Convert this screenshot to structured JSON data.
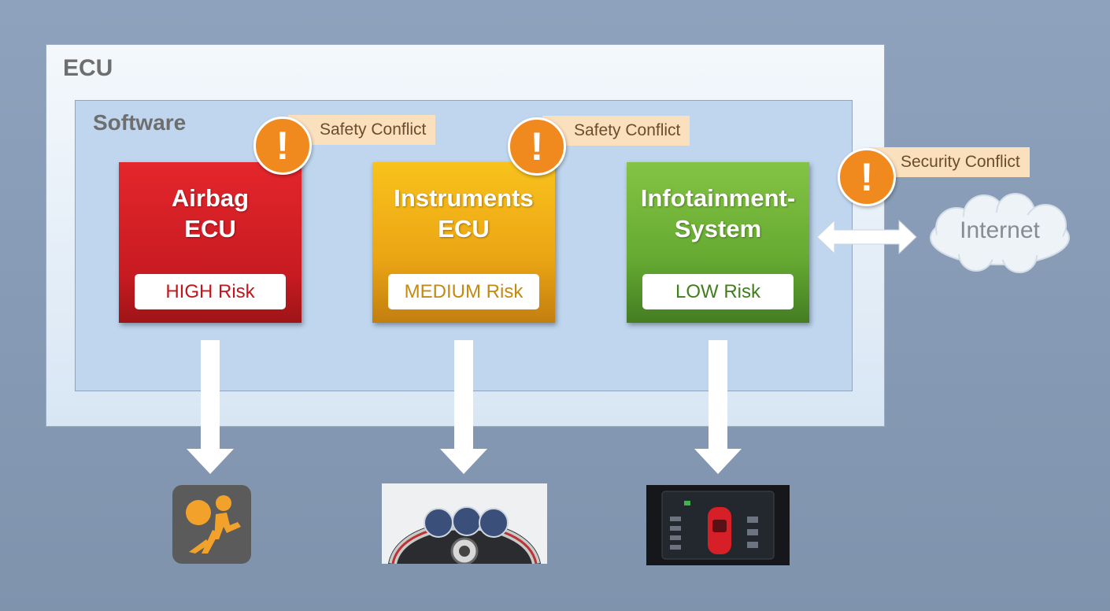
{
  "diagram": {
    "ecu_label": "ECU",
    "software_label": "Software",
    "modules": [
      {
        "name_line1": "Airbag",
        "name_line2": "ECU",
        "risk": "HIGH Risk",
        "color": "#d8222a"
      },
      {
        "name_line1": "Instruments",
        "name_line2": "ECU",
        "risk": "MEDIUM Risk",
        "color": "#f4b41a"
      },
      {
        "name_line1": "Infotainment-",
        "name_line2": "System",
        "risk": "LOW Risk",
        "color": "#6fb23a"
      }
    ],
    "conflicts": [
      {
        "label": "Safety Conflict",
        "badge": "!"
      },
      {
        "label": "Safety Conflict",
        "badge": "!"
      },
      {
        "label": "Security Conflict",
        "badge": "!"
      }
    ],
    "external": {
      "label": "Internet"
    },
    "outputs": [
      {
        "icon": "airbag-icon"
      },
      {
        "icon": "instrument-cluster-image"
      },
      {
        "icon": "infotainment-screen-image"
      }
    ],
    "colors": {
      "badge": "#f08a1e",
      "conflict_bg": "#fbe0bd",
      "background": "#8ea2bd"
    }
  }
}
